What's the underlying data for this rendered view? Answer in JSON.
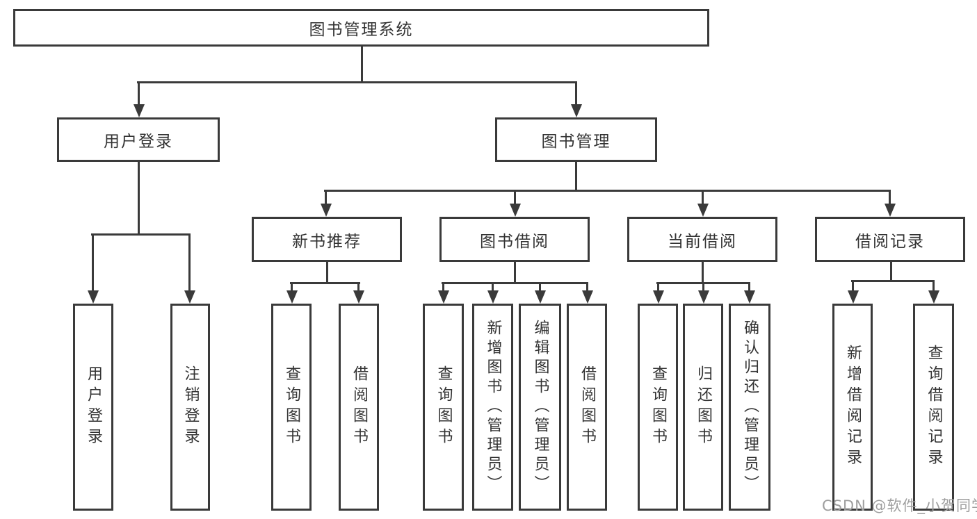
{
  "diagram": {
    "type": "hierarchy-tree",
    "root": {
      "label": "图书管理系统",
      "children": [
        {
          "label": "用户登录",
          "children": [
            {
              "label": "用户登录"
            },
            {
              "label": "注销登录"
            }
          ]
        },
        {
          "label": "图书管理",
          "children": [
            {
              "label": "新书推荐",
              "children": [
                {
                  "label": "查询图书"
                },
                {
                  "label": "借阅图书"
                }
              ]
            },
            {
              "label": "图书借阅",
              "children": [
                {
                  "label": "查询图书"
                },
                {
                  "label": "新增图书（管理员）"
                },
                {
                  "label": "编辑图书（管理员）"
                },
                {
                  "label": "借阅图书"
                }
              ]
            },
            {
              "label": "当前借阅",
              "children": [
                {
                  "label": "查询图书"
                },
                {
                  "label": "归还图书"
                },
                {
                  "label": "确认归还（管理员）"
                }
              ]
            },
            {
              "label": "借阅记录",
              "children": [
                {
                  "label": "新增借阅记录"
                },
                {
                  "label": "查询借阅记录"
                }
              ]
            }
          ]
        }
      ]
    }
  },
  "watermark": {
    "text": "CSDN @软件_小贺同学"
  },
  "colors": {
    "line": "#3a3a3a",
    "box_border": "#3a3a3a",
    "text": "#333333",
    "background": "#ffffff",
    "watermark": "#9e9e9e"
  }
}
